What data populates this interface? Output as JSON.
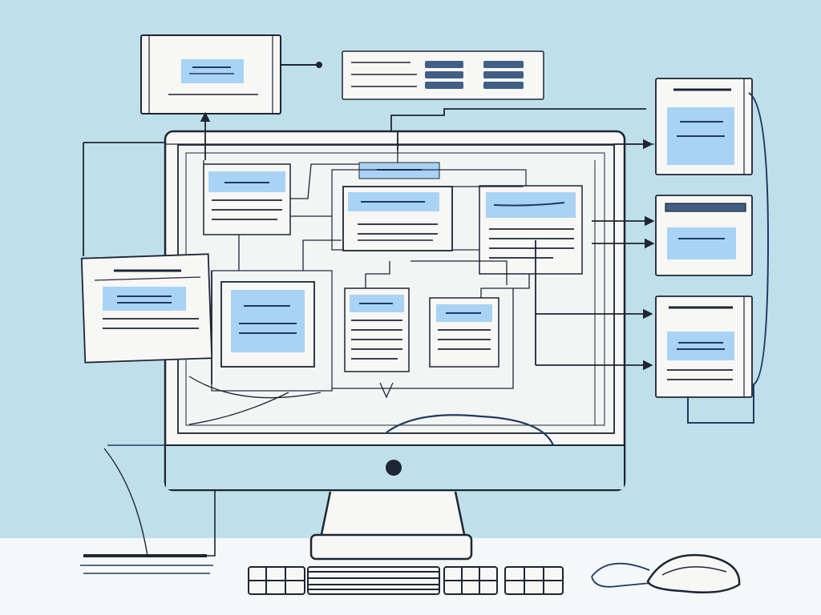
{
  "colors": {
    "background": "#bfe0ea",
    "floor": "#f4f8f9",
    "ink": "#1e2533",
    "navy": "#1f3a63",
    "card_bg": "#f7f7f5",
    "screen_bg": "#f3f5f5",
    "highlight": "#a9d3f4",
    "slate": "#3f5f86"
  },
  "scene": {
    "subject": "desktop-computer",
    "monitor": {
      "screen_content": "flowchart-of-document-cards"
    },
    "peripherals": [
      "keyboard",
      "mouse",
      "desk-notepad"
    ],
    "external_cards": {
      "top_left": "document-window",
      "top_center": "toolbar-with-tabs",
      "right": [
        "document-window",
        "form-panel",
        "list-window"
      ],
      "left": "document-card"
    },
    "connectors": "arrows"
  }
}
